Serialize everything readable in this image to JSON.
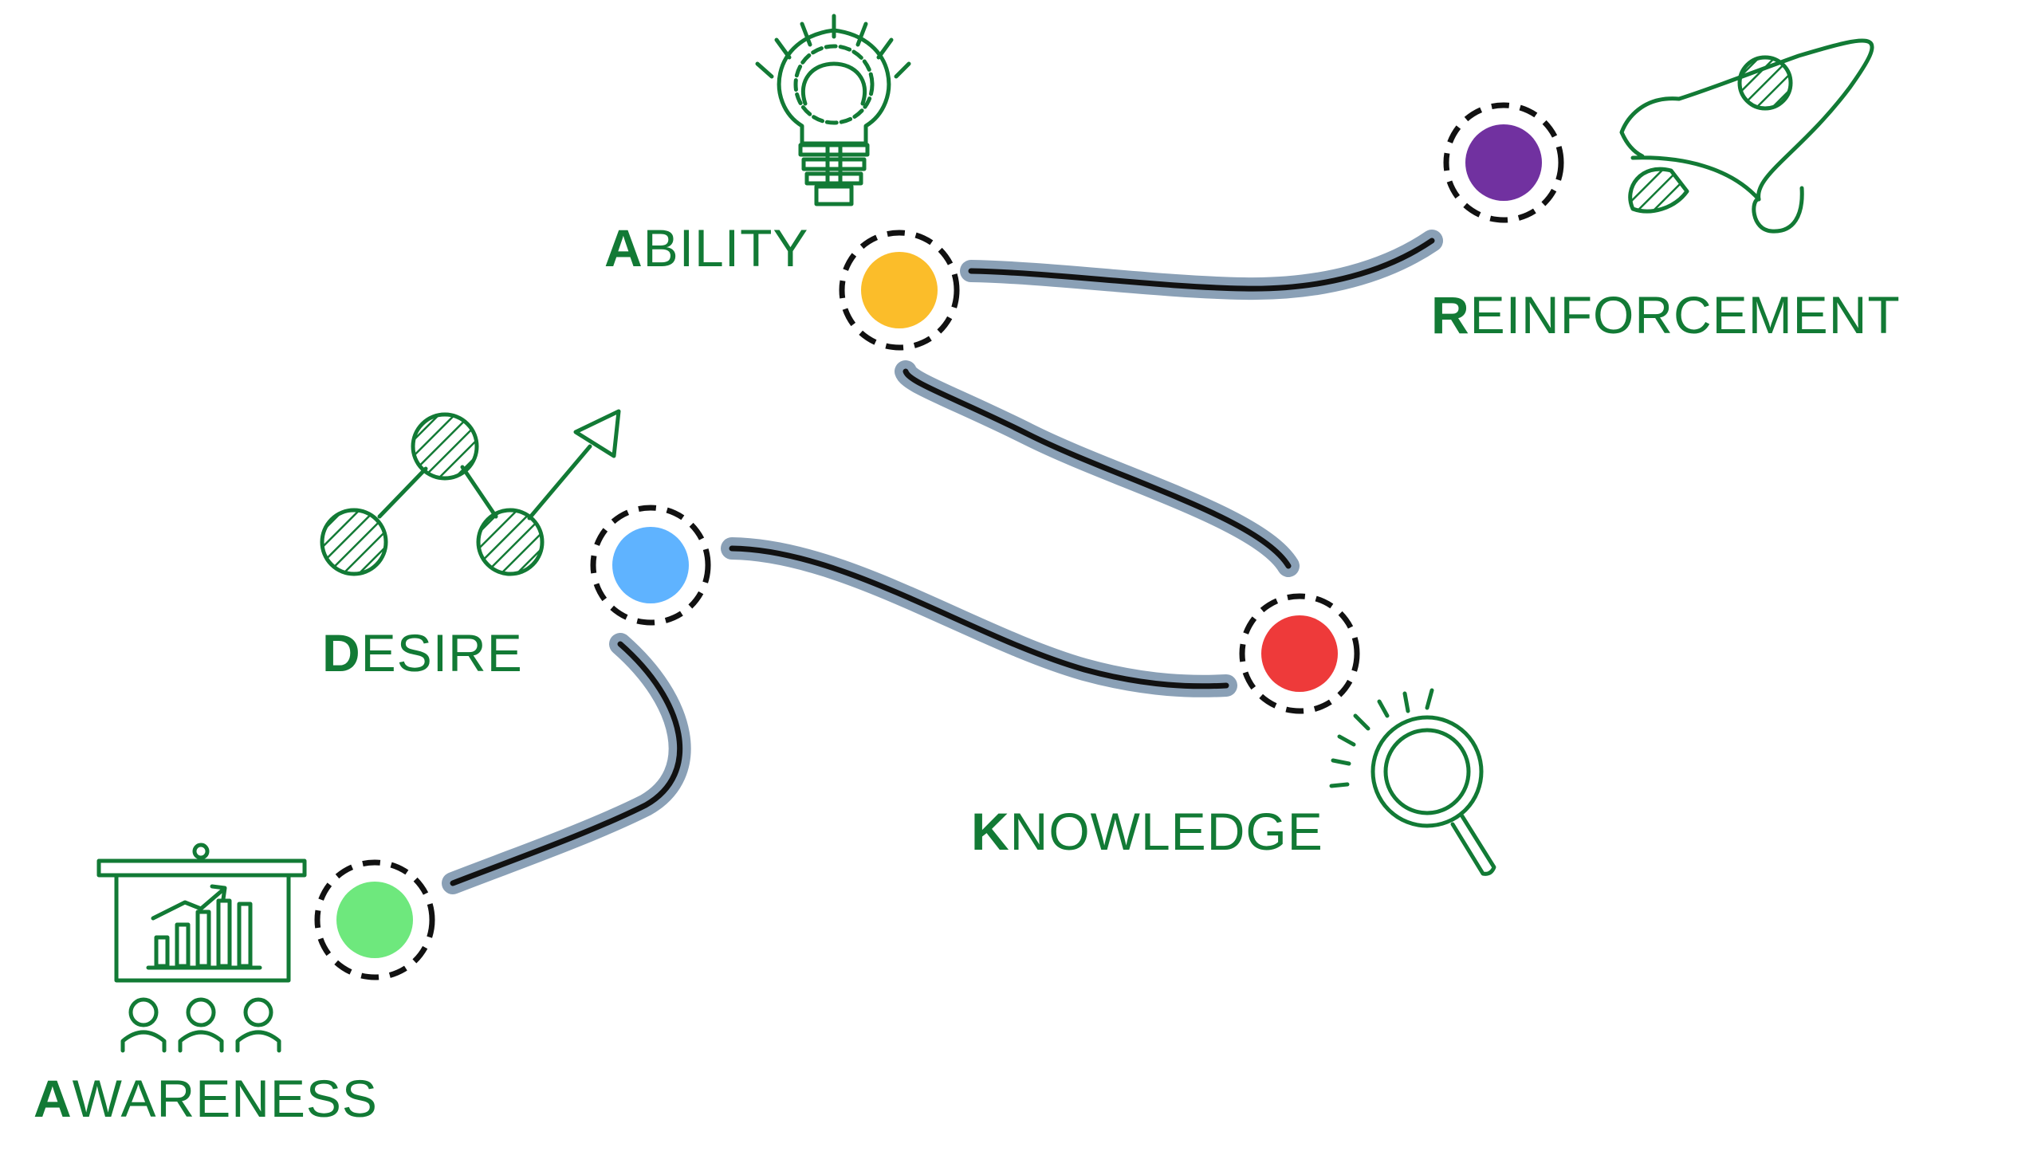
{
  "title": "",
  "colors": {
    "text": "#127a35",
    "icon_stroke": "#127a35",
    "path_shadow": "#8aa0b6",
    "path_line": "#111111",
    "node_ring": "#111111"
  },
  "stages": [
    {
      "id": "awareness",
      "initial": "A",
      "rest": "WARENESS",
      "node_color": "#6ee87d",
      "icon": "presentation-board-icon"
    },
    {
      "id": "desire",
      "initial": "D",
      "rest": "ESIRE",
      "node_color": "#5fb3ff",
      "icon": "growth-arrow-icon"
    },
    {
      "id": "knowledge",
      "initial": "K",
      "rest": "NOWLEDGE",
      "node_color": "#ee3a3a",
      "icon": "magnifier-icon"
    },
    {
      "id": "ability",
      "initial": "A",
      "rest": "BILITY",
      "node_color": "#fbbd2a",
      "icon": "lightbulb-gear-icon"
    },
    {
      "id": "reinforcement",
      "initial": "R",
      "rest": "EINFORCEMENT",
      "node_color": "#7131a0",
      "icon": "rocket-icon"
    }
  ]
}
